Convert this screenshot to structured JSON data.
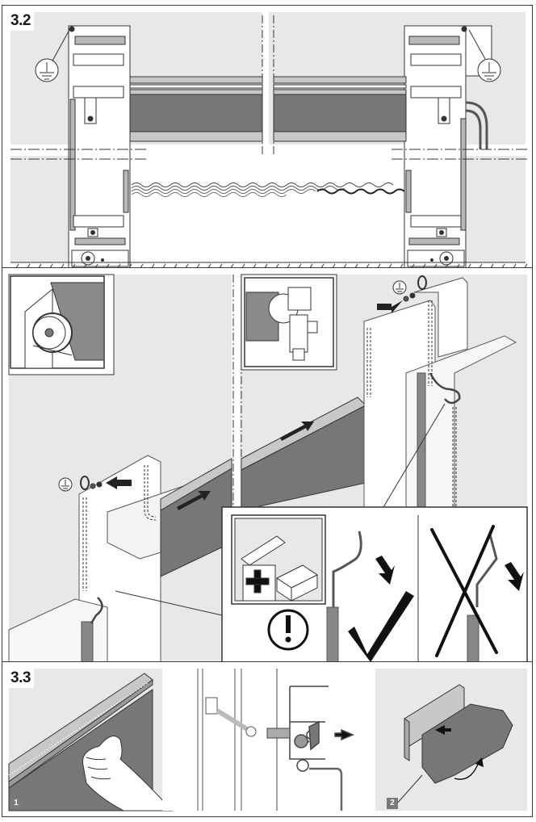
{
  "document": {
    "type": "installation-manual-illustration",
    "sections": [
      {
        "id": "3.2",
        "label": "3.2",
        "description": "Front elevation of rolling door frame with left and right side frames, earth/ground symbols at top of each side, curtain profile, wavy cable lines, dash-dot break lines and floor hatching",
        "symbols": [
          "ground-symbol-left",
          "ground-symbol-right"
        ]
      },
      {
        "id": "mid",
        "label": "",
        "description": "Isometric views: drum bearing detail inset, motor/gear unit inset, ground cable routing with arrows on left and right side frames",
        "insets": [
          "drum-bearing-inset",
          "motor-gear-inset",
          "accessory-box-inset"
        ],
        "symbols": [
          "ground-symbol-left-frame",
          "ground-symbol-right-frame",
          "warning-exclamation",
          "check-mark",
          "cross-mark"
        ]
      },
      {
        "id": "3.3",
        "label": "3.3",
        "description": "Fitting the rubber seal into the bottom profile",
        "steps": [
          {
            "number": "1",
            "description": "Hand pressing seal strip into profile"
          },
          {
            "number": "2",
            "description": "Seal inserted into profile and folded up"
          }
        ]
      }
    ]
  },
  "labels": {
    "sec32": "3.2",
    "sec33": "3.3",
    "step1": "1",
    "step2": "2"
  },
  "colors": {
    "background_gray": "#e8e8e8",
    "curtain_dark": "#777777",
    "line": "#333333",
    "profile_gray": "#b8b8b8",
    "step_badge": "#7a7a7a"
  }
}
